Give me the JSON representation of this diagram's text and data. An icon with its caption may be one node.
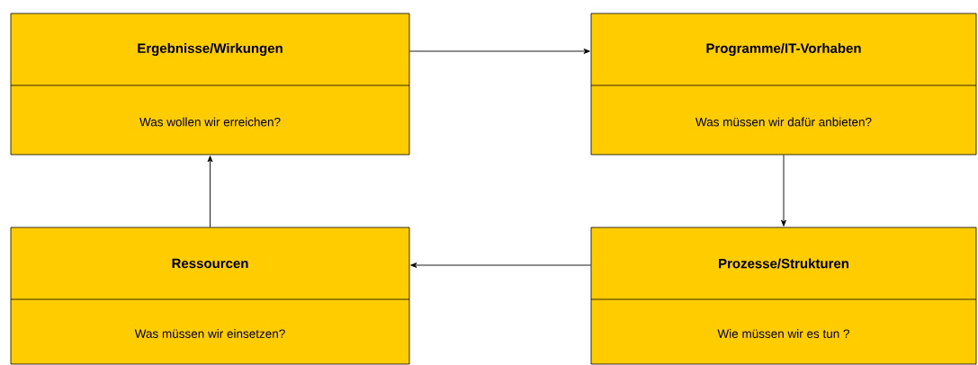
{
  "diagram": {
    "nodes": [
      {
        "text": [
          "Ergebnisse/Wirkungen",
          "Was wollen wir erreichen?"
        ]
      },
      {
        "text": [
          "Programme/IT-Vorhaben",
          "Was müssen wir dafür anbieten?"
        ]
      },
      {
        "text": [
          "Ressourcen",
          "Was müssen wir einsetzen?"
        ]
      },
      {
        "text": [
          "Prozesse/Strukturen",
          "Wie müssen wir es tun ?"
        ]
      }
    ],
    "edges": [
      {
        "from": 0,
        "to": 1,
        "arrow": "to"
      },
      {
        "from": 1,
        "to": 3,
        "arrow": "to"
      },
      {
        "from": 3,
        "to": 2,
        "arrow": "to"
      },
      {
        "from": 2,
        "to": 0,
        "arrow": "to"
      }
    ]
  }
}
